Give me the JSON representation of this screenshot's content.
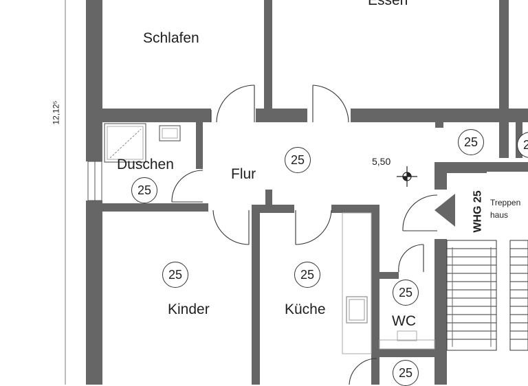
{
  "rooms": {
    "schlafen": "Schlafen",
    "essen": "Essen",
    "duschen": "Duschen",
    "flur": "Flur",
    "kinder": "Kinder",
    "kueche": "Küche",
    "wc": "WC",
    "treppenhaus_line1": "Treppen",
    "treppenhaus_line2": "haus"
  },
  "badges": {
    "value": "25"
  },
  "dimension": {
    "vertical": "12,12⁵"
  },
  "level_marker": "5,50",
  "apartment_label": "WHG 25",
  "colors": {
    "wall": "#666666",
    "line": "#333333",
    "background": "#ffffff"
  }
}
